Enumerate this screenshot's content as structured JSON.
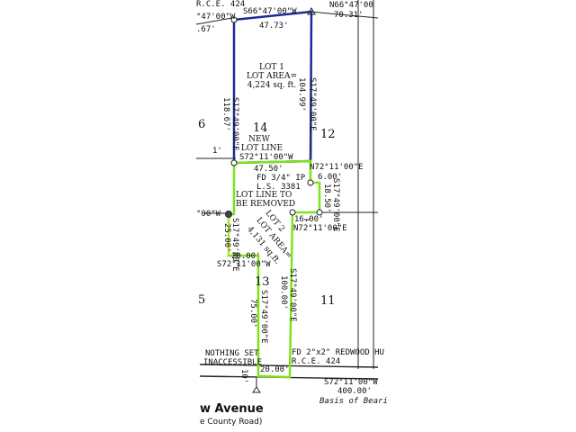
{
  "colors": {
    "lot1_boundary": "#1c2a9a",
    "lot2_boundary": "#7ee21c",
    "highlight": "#e7e04a",
    "ink": "#111111"
  },
  "top": {
    "rce_left": "R.C.E. 424",
    "bearing_left": "°47'00\"W",
    "dist_left": ".67'",
    "bearing_top": "S66°47'00\"W",
    "dist_top": "47.73'",
    "bearing_right": "N66°47'00",
    "dist_right": "70.31'"
  },
  "lot1": {
    "title": "LOT 1",
    "area_label": "LOT AREA=",
    "area_value": "4,224 sq. ft.",
    "west_bearing": "S17°49'00\"E",
    "west_dist": "118.67'",
    "east_bearing": "S17°49'00\"E",
    "east_dist": "104.99'"
  },
  "lots": {
    "n6": "6",
    "n14": "14",
    "n12": "12",
    "n5": "5",
    "n13": "13",
    "n11": "11"
  },
  "new_line": {
    "label_1": "NEW",
    "label_2": "LOT LINE",
    "bearing": "S72°11'00\"W",
    "dist": "47.50'",
    "offset": "1'"
  },
  "monuments": {
    "fd_ip_1": "FD 3/4\" IP",
    "fd_ip_2": "L.S. 3381",
    "fd_redwood_1": "FD 2\"x2\" REDWOOD HU",
    "fd_redwood_2": "R.C.E. 424",
    "nothing_1": "NOTHING SET",
    "nothing_2": "INACCESSIBLE"
  },
  "lot2": {
    "title": "LOT 2",
    "area_label": "LOT AREA=",
    "area_value": "4,131 sq.ft.",
    "remove_1": "LOT LINE TO",
    "remove_2": "BE REMOVED",
    "ne_bearing": "N72°11'00\"E",
    "ne_dist": "6.00'",
    "jog_bearing": "S17°49'00\"E",
    "jog_dist": "18.50'",
    "mid_dist": "16.00'",
    "mid_bearing": "N72°11'00\"E",
    "east_bearing": "S17°49'00\"E",
    "east_dist": "100.00'",
    "west_bearing": "S17°49'00\"E",
    "west_dist": "25.00'",
    "step_dist": "20.00'",
    "step_bearing": "S72°11'00\"W",
    "stem_bearing": "S17°49'00\"E",
    "stem_dist": "75.00'",
    "south_dist": "20.00'"
  },
  "left_edge": {
    "bearing": "°00\"W"
  },
  "bottom": {
    "road_bearing": "S72°11'00\"W",
    "road_dist": "400.00'",
    "basis": "Basis of Beari",
    "setback": "10'",
    "avenue": "w Avenue",
    "county": "e County Road)"
  }
}
